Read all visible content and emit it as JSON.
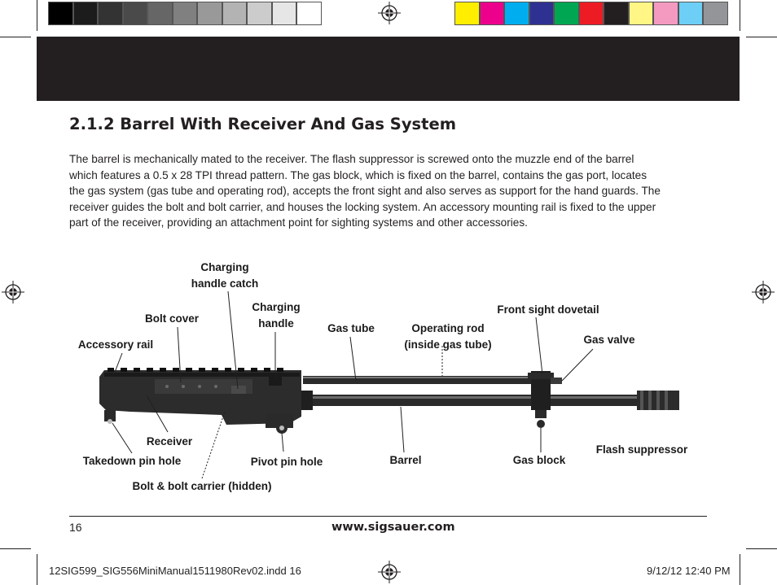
{
  "colors": {
    "grayscale_bar": [
      "#000000",
      "#1c1c1c",
      "#333333",
      "#4a4a4a",
      "#666666",
      "#808080",
      "#999999",
      "#b3b3b3",
      "#cccccc",
      "#e6e6e6",
      "#ffffff"
    ],
    "color_bar": [
      "#ffee00",
      "#ec008c",
      "#00aeef",
      "#2e3192",
      "#00a651",
      "#ed1c24",
      "#231f20",
      "#fff685",
      "#f49ac1",
      "#6dcff6",
      "#939598"
    ],
    "header_band": "#231f20"
  },
  "section": {
    "title": "2.1.2 Barrel With Receiver And Gas System",
    "paragraph_lines": [
      "The barrel is mechanically mated to the receiver. The flash suppressor is screwed onto the muzzle end of the barrel",
      "which features a 0.5 x 28 TPI thread pattern. The gas block, which is fixed on the barrel, contains the gas port, locates",
      "the gas system (gas tube and operating rod), accepts the front sight and also serves as support for the hand guards. The",
      "receiver guides the bolt and bolt carrier, and houses the locking system. An accessory mounting rail is fixed to the upper",
      "part of the receiver, providing an attachment point for sighting systems and other accessories."
    ]
  },
  "diagram": {
    "labels": {
      "charging_handle_catch": [
        "Charging",
        "handle catch"
      ],
      "bolt_cover": "Bolt cover",
      "charging_handle": [
        "Charging",
        "handle"
      ],
      "gas_tube": "Gas tube",
      "operating_rod": [
        "Operating rod",
        "(inside gas tube)"
      ],
      "front_sight_dovetail": "Front sight dovetail",
      "gas_valve": "Gas valve",
      "accessory_rail": "Accessory rail",
      "receiver": "Receiver",
      "takedown_pin_hole": "Takedown pin hole",
      "pivot_pin_hole": "Pivot pin hole",
      "barrel": "Barrel",
      "gas_block": "Gas block",
      "flash_suppressor": "Flash suppressor",
      "bolt_carrier": "Bolt & bolt carrier (hidden)"
    }
  },
  "footer": {
    "page_number": "16",
    "website": "www.sigsauer.com"
  },
  "slug": {
    "filename": "12SIG599_SIG556MiniManual1511980Rev02.indd   16",
    "datetime": "9/12/12   12:40 PM"
  }
}
